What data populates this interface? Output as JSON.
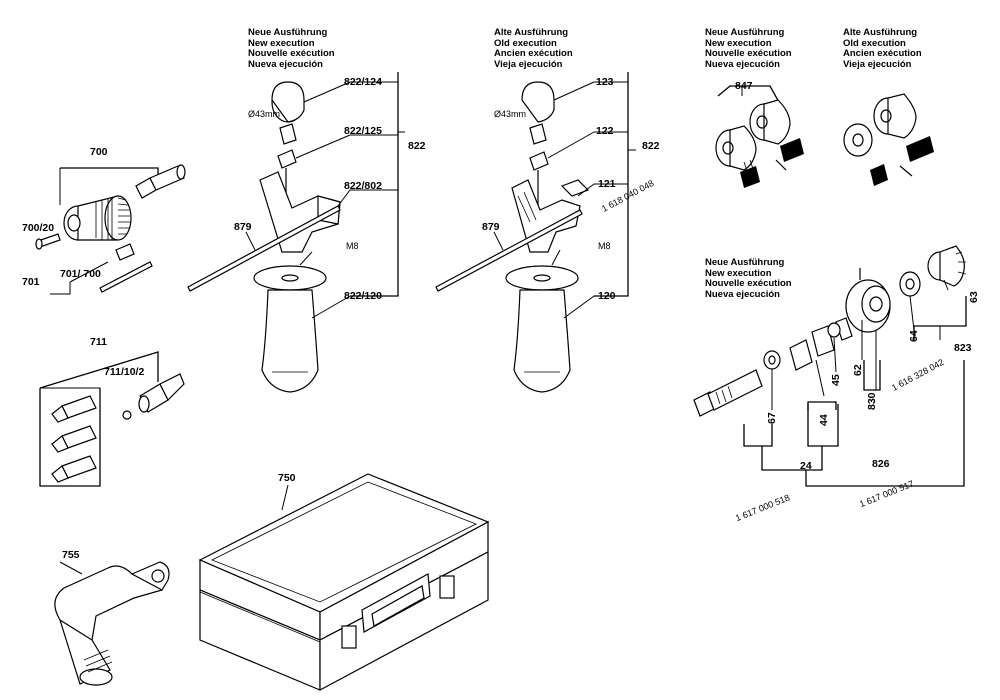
{
  "headers": {
    "new_center": [
      "Neue Ausführung",
      "New execution",
      "Nouvelle exécution",
      "Nueva ejecución"
    ],
    "old_center": [
      "Alte Ausführung",
      "Old execution",
      "Ancien exécution",
      "Vieja ejecución"
    ],
    "new_right": [
      "Neue Ausführung",
      "New execution",
      "Nouvelle exécution",
      "Nueva ejecución"
    ],
    "old_right": [
      "Alte Ausführung",
      "Old execution",
      "Ancien exécution",
      "Vieja ejecución"
    ],
    "new_lower": [
      "Neue Ausführung",
      "New execution",
      "Nouvelle exécution",
      "Nueva ejecución"
    ]
  },
  "part_numbers": {
    "p700": "700",
    "p700_20": "700/20",
    "p701": "701",
    "p701_700": "701/ 700",
    "p711": "711",
    "p711_10_2": "711/10/2",
    "p755": "755",
    "p750": "750",
    "p822_124": "822/124",
    "p822_125": "822/125",
    "p822_802": "822/802",
    "p822_120": "822/120",
    "p822": "822",
    "p879a": "879",
    "p123": "123",
    "p122": "122",
    "p121": "121",
    "p822b": "822",
    "p879b": "879",
    "p120": "120",
    "p847": "847",
    "p63": "63",
    "p64": "64",
    "p823": "823",
    "p62": "62",
    "p45": "45",
    "p830": "830",
    "p67": "67",
    "p44": "44",
    "p24": "24",
    "p826": "826"
  },
  "annotations": {
    "dia_a": "Ø43mm",
    "dia_b": "Ø43mm",
    "m8_a": "M8",
    "m8_b": "M8",
    "order_121": "1 618 040 048",
    "order_830": "1 616 328 042",
    "order_24": "1 617 000 518",
    "order_826": "1 617 000 517"
  }
}
